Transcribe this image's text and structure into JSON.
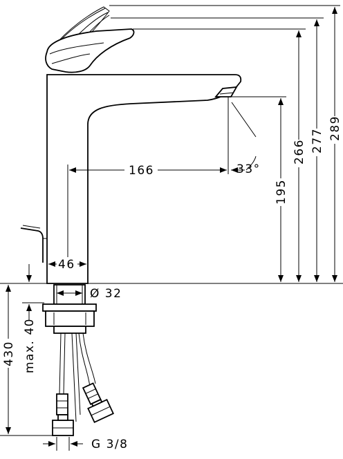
{
  "dimensions": {
    "spout_reach": "166",
    "spout_angle": "33°",
    "body_width": "46",
    "spout_height": "195",
    "height_266": "266",
    "height_277": "277",
    "height_289": "289",
    "thread_diameter": "Ø 32",
    "max_thickness": "max. 40",
    "hose_length": "430",
    "connection": "G 3/8"
  }
}
